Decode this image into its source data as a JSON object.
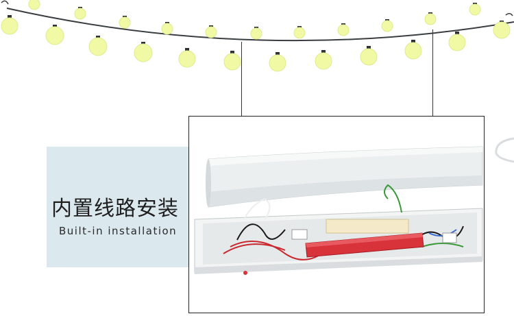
{
  "text": {
    "title": "内置线路安装",
    "subtitle": "Built-in installation"
  },
  "colors": {
    "bulb": "#f1f9a4",
    "bulb_edge": "#dfeb8f",
    "socket": "#2f3234",
    "wire": "#3a3d40",
    "label_box": "#dbe8ee",
    "ballast_red": "#d8323a",
    "wire_green": "#3a9a3a"
  },
  "icons": [
    "string-light-bulb",
    "emergency-ballast",
    "fixture-diffuser",
    "fixture-housing"
  ]
}
